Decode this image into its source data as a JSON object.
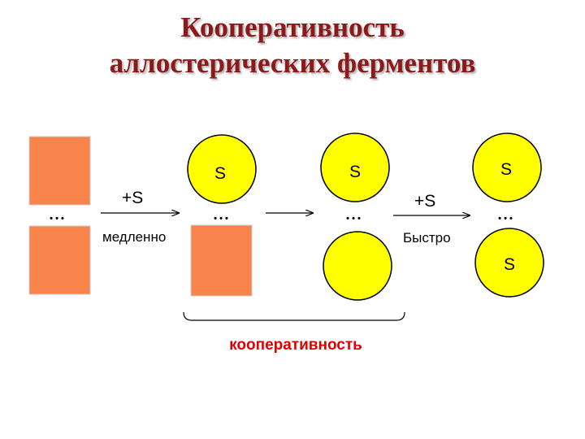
{
  "title": {
    "line1": "Кооперативность",
    "line2": "аллостерических ферментов"
  },
  "colors": {
    "title": "#8b1a1a",
    "square": "#f8844b",
    "circle": "#ffff00",
    "caption": "#e00000"
  },
  "substrate_label": "S",
  "dots": "• • •",
  "step1": {
    "arrow_label": "+S",
    "rate_label": "медленно"
  },
  "step3": {
    "arrow_label": "+S",
    "rate_label": "Быстро"
  },
  "caption": "кооперативность"
}
